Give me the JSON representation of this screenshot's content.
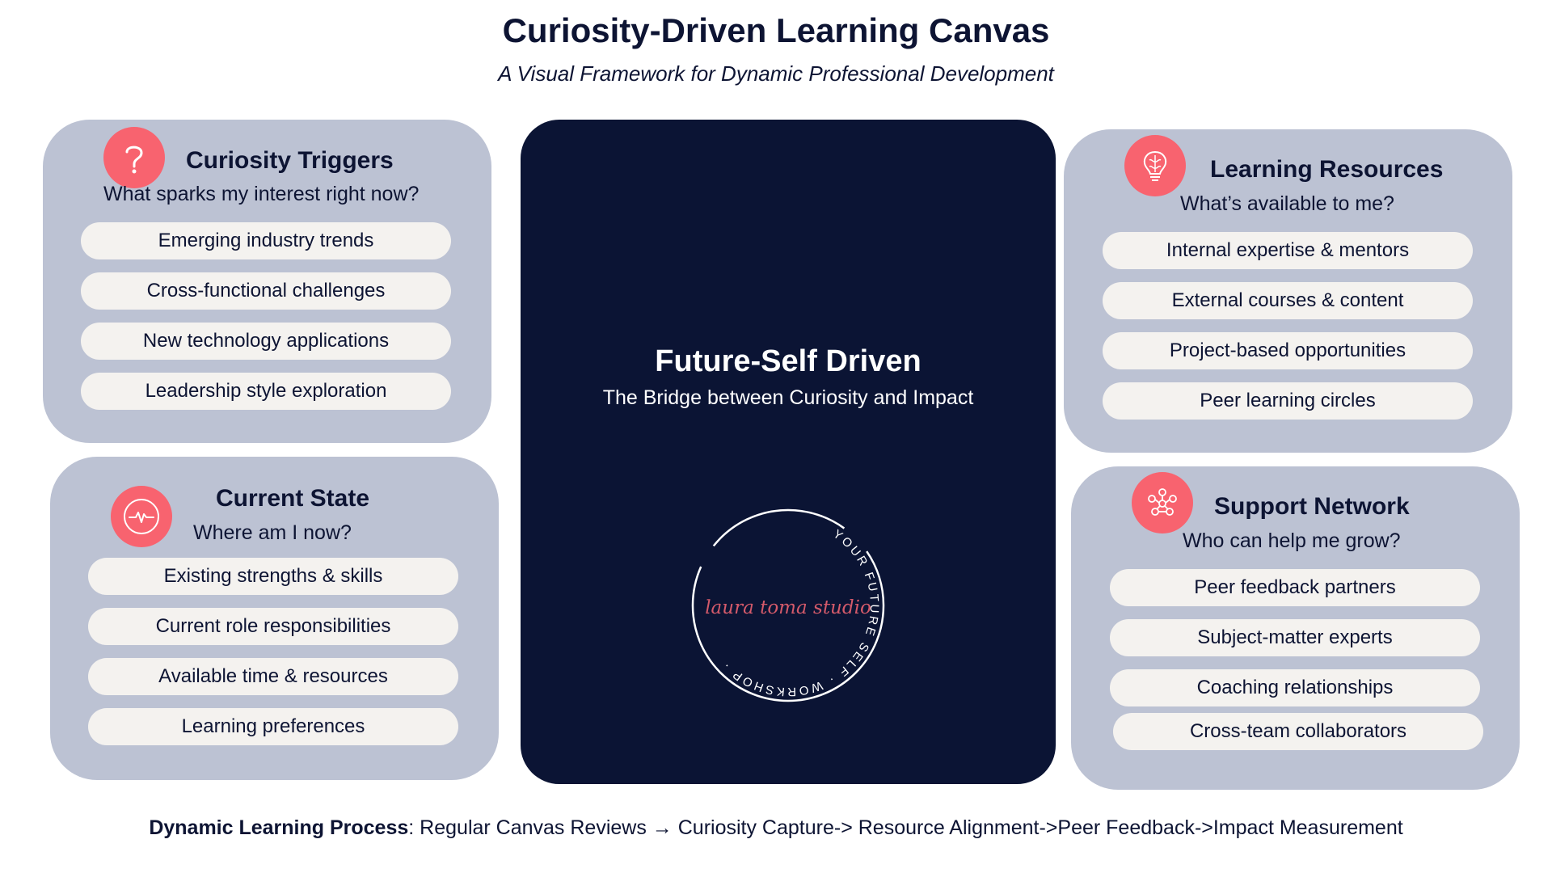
{
  "header": {
    "title": "Curiosity-Driven Learning Canvas",
    "subtitle": "A Visual Framework for Dynamic Professional Development"
  },
  "colors": {
    "panel_bg": "#bcc2d3",
    "center_bg": "#0b1434",
    "accent": "#f8636f",
    "pill_bg": "#f4f2ef",
    "text": "#0d1433"
  },
  "panels": {
    "curiosity": {
      "icon": "question-mark-icon",
      "title": "Curiosity Triggers",
      "question": "What sparks my interest right now?",
      "items": [
        "Emerging industry trends",
        "Cross-functional challenges",
        "New technology applications",
        "Leadership style exploration"
      ]
    },
    "current": {
      "icon": "heartbeat-icon",
      "title": "Current State",
      "question": "Where am I now?",
      "items": [
        "Existing strengths & skills",
        "Current role responsibilities",
        "Available time & resources",
        "Learning preferences"
      ]
    },
    "resources": {
      "icon": "lightbulb-brain-icon",
      "title": "Learning Resources",
      "question": "What’s available to me?",
      "items": [
        "Internal expertise & mentors",
        "External courses & content",
        "Project-based opportunities",
        "Peer learning circles"
      ]
    },
    "support": {
      "icon": "network-icon",
      "title": "Support Network",
      "question": "Who can help me grow?",
      "items": [
        "Peer feedback partners",
        "Subject-matter experts",
        "Coaching relationships",
        "Cross-team collaborators"
      ]
    }
  },
  "center": {
    "title": "Future-Self Driven",
    "subtitle": "The Bridge between Curiosity and Impact",
    "badge_ring_text": "YOUR FUTURE SELF · WORKSHOP ·",
    "badge_script": "laura toma studio"
  },
  "footer": {
    "label": "Dynamic Learning Process",
    "text": ": Regular Canvas Reviews → Curiosity Capture-> Resource Alignment->Peer Feedback->Impact Measurement"
  }
}
